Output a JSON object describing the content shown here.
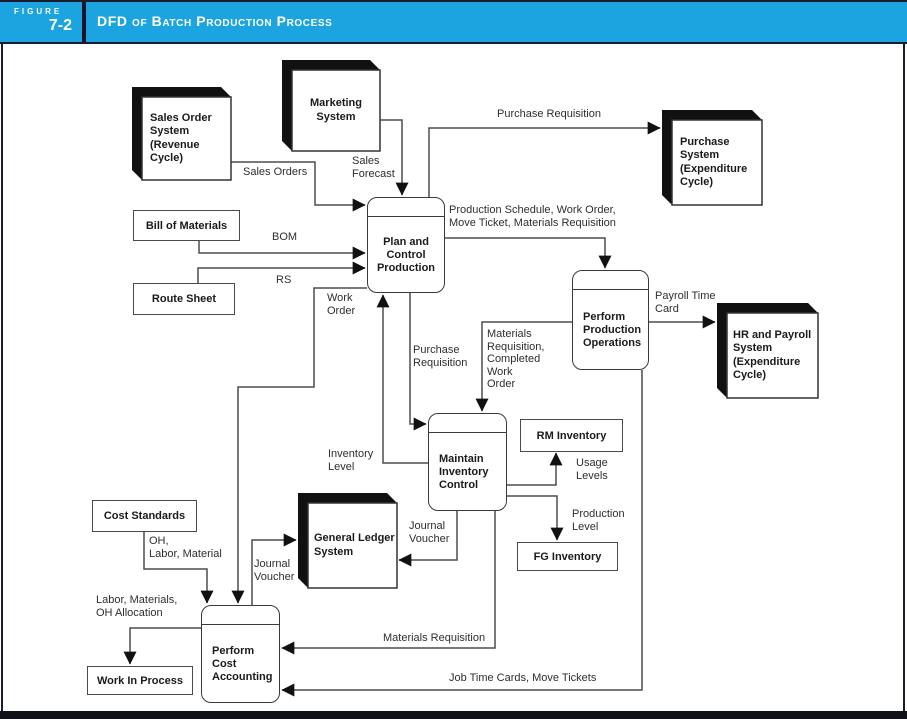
{
  "header": {
    "figure_label": "FIGURE",
    "figure_number": "7-2",
    "title": "DFD of Batch Production Process"
  },
  "entities": {
    "sales_order_system": "Sales Order\nSystem\n(Revenue\nCycle)",
    "marketing_system": "Marketing\nSystem",
    "purchase_system": "Purchase\nSystem\n(Expenditure\nCycle)",
    "hr_payroll_system": "HR and Payroll\nSystem\n(Expenditure\nCycle)",
    "general_ledger_system": "General Ledger\nSystem"
  },
  "processes": {
    "plan_control_production": "Plan and\nControl\nProduction",
    "perform_production_operations": "Perform\nProduction\nOperations",
    "maintain_inventory_control": "Maintain\nInventory\nControl",
    "perform_cost_accounting": "Perform\nCost\nAccounting"
  },
  "data_stores": {
    "bill_of_materials": "Bill of Materials",
    "route_sheet": "Route Sheet",
    "rm_inventory": "RM Inventory",
    "fg_inventory": "FG Inventory",
    "cost_standards": "Cost Standards",
    "work_in_process": "Work In Process"
  },
  "flows": {
    "sales_orders": "Sales Orders",
    "sales_forecast": "Sales\nForecast",
    "purchase_requisition_top": "Purchase Requisition",
    "production_schedule": "Production Schedule, Work Order,\nMove Ticket, Materials Requisition",
    "bom": "BOM",
    "rs": "RS",
    "work_order": "Work\nOrder",
    "payroll_time_card": "Payroll Time\nCard",
    "purchase_requisition_mid": "Purchase\nRequisition",
    "materials_requisition_completed": "Materials\nRequisition,\nCompleted\nWork\nOrder",
    "inventory_level": "Inventory\nLevel",
    "usage_levels": "Usage\nLevels",
    "production_level": "Production\nLevel",
    "journal_voucher_right": "Journal\nVoucher",
    "journal_voucher_left": "Journal\nVoucher",
    "oh_labor_material": "OH,\nLabor, Material",
    "labor_materials_oh_allocation": "Labor, Materials,\nOH Allocation",
    "materials_requisition_bottom": "Materials Requisition",
    "job_time_cards_move_tickets": "Job Time Cards, Move Tickets"
  },
  "colors": {
    "header_blue": "#1CA4E0",
    "frame_dark": "#1b1b2f",
    "line_gray": "#4d4d4d",
    "arrow_black": "#111111"
  }
}
